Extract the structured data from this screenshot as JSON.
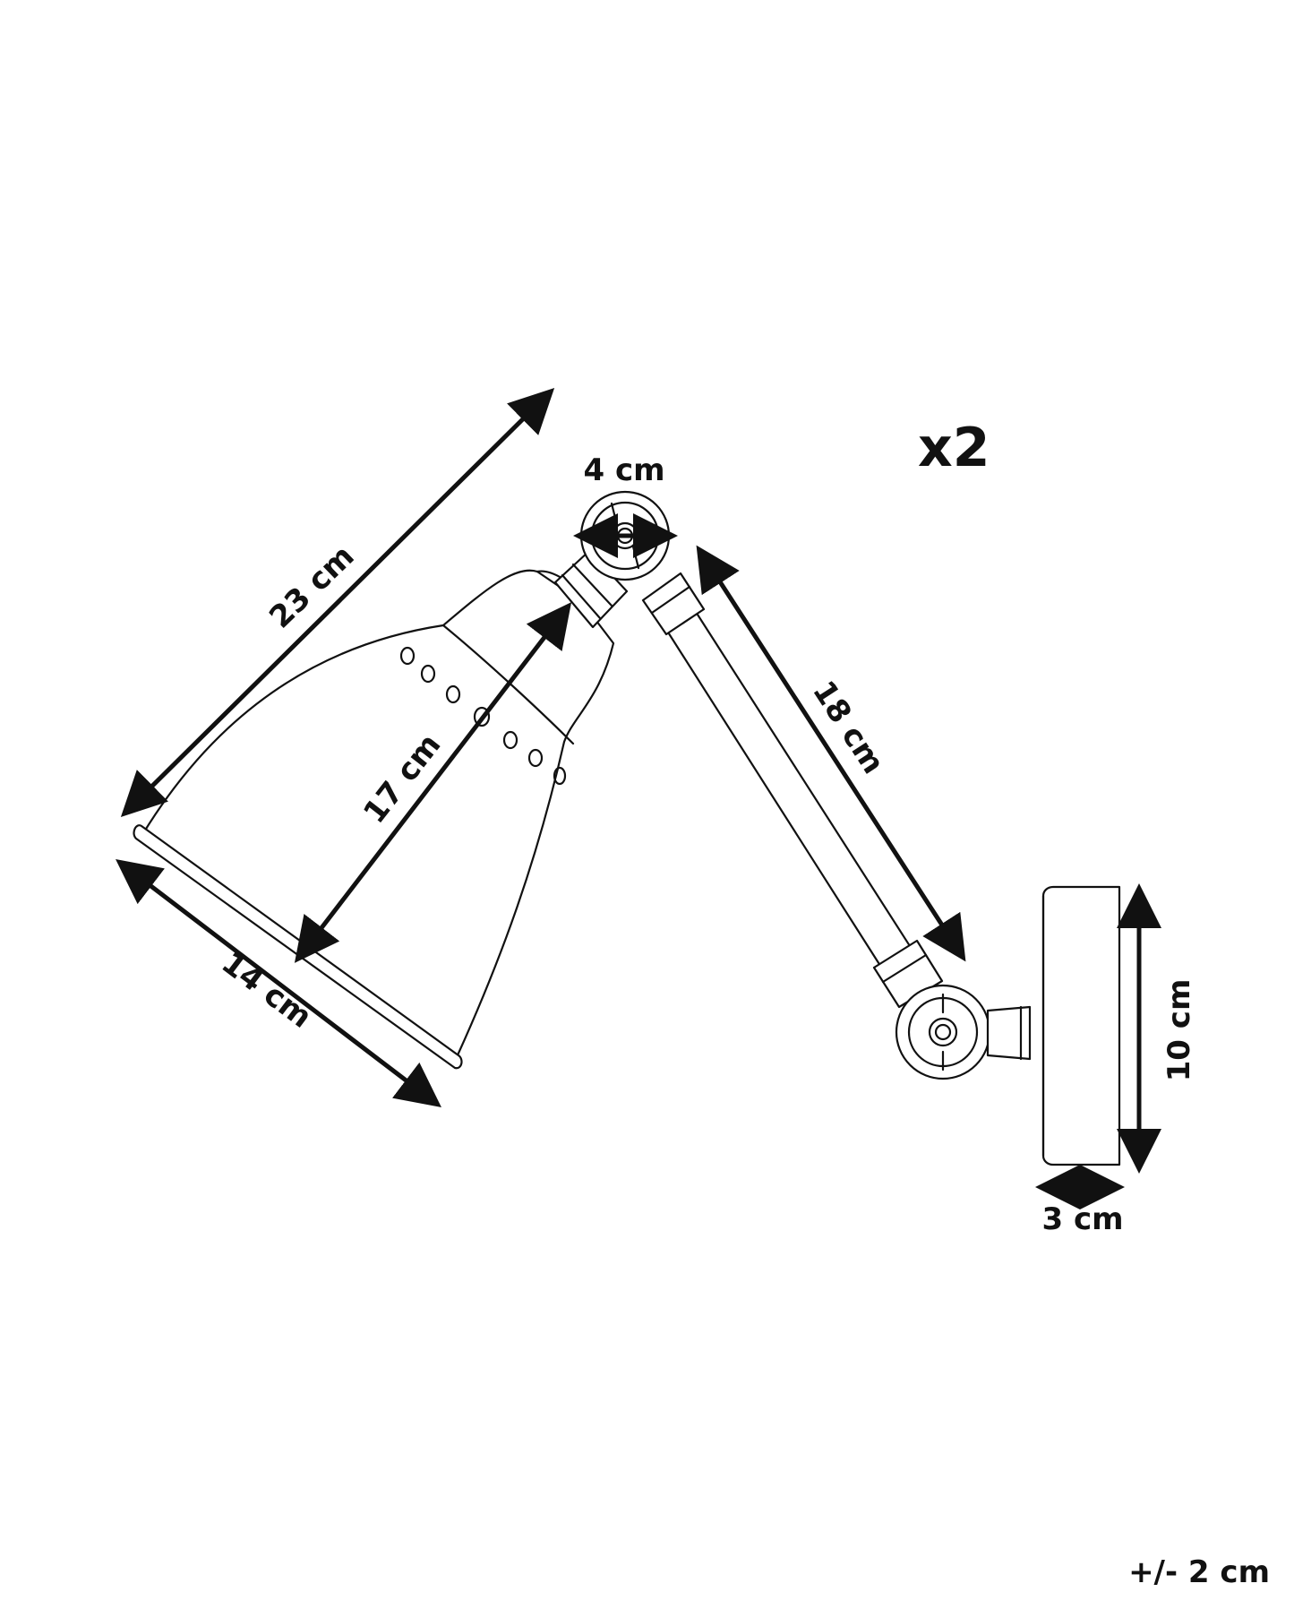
{
  "diagram": {
    "quantity_label": "x2",
    "tolerance": "+/- 2 cm",
    "dimensions": {
      "shade_length": "23 cm",
      "shade_depth": "17 cm",
      "shade_diameter": "14 cm",
      "joint_diameter": "4 cm",
      "arm_length": "18 cm",
      "base_height": "10 cm",
      "base_depth": "3 cm"
    }
  }
}
